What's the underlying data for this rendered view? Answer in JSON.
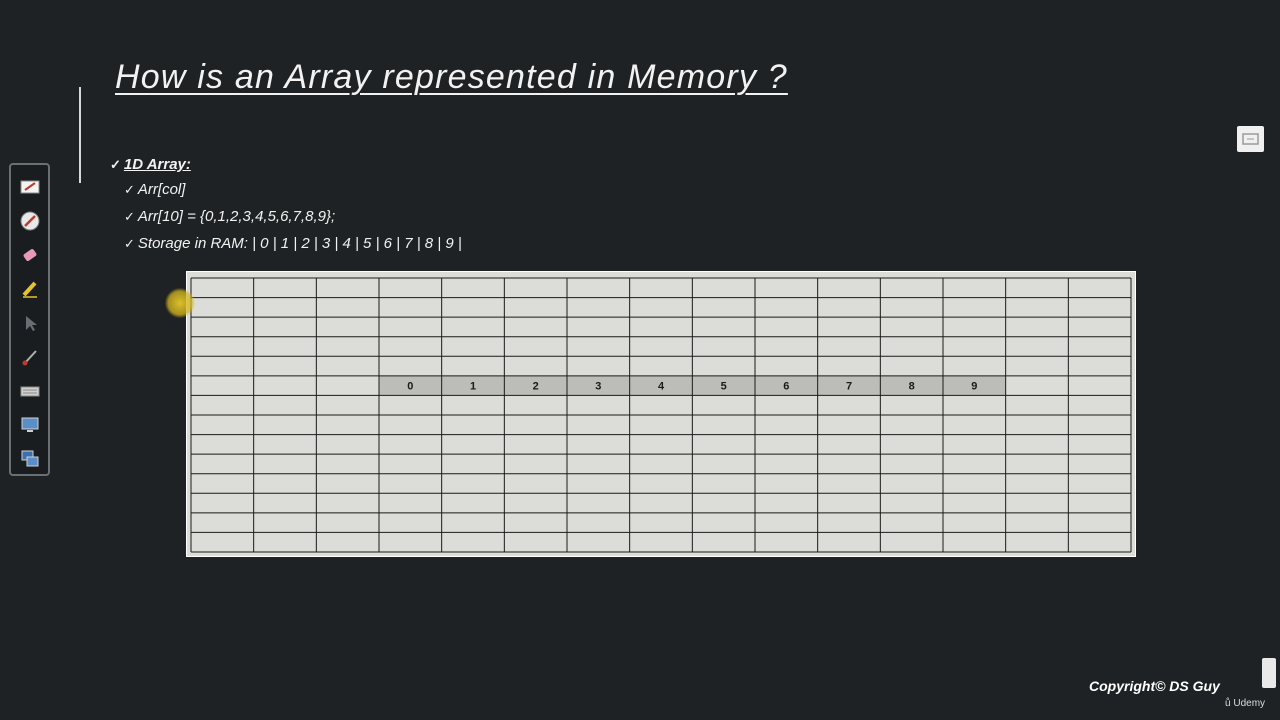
{
  "slide": {
    "title": "How is an Array represented in Memory ?",
    "bullets": [
      "1D Array:",
      "Arr[col]",
      "Arr[10] = {0,1,2,3,4,5,6,7,8,9};",
      "Storage in RAM: | 0 | 1 | 2 | 3 | 4 | 5 | 6 | 7 | 8 | 9 |"
    ],
    "check_glyph": "✓"
  },
  "memory_grid": {
    "columns": 15,
    "rows": 14,
    "filled_row_index": 5,
    "filled_start_col": 3,
    "values": [
      "0",
      "1",
      "2",
      "3",
      "4",
      "5",
      "6",
      "7",
      "8",
      "9"
    ]
  },
  "toolbar": {
    "tools": [
      "whiteboard-icon",
      "pen-icon",
      "eraser-icon",
      "highlighter-icon",
      "pointer-icon",
      "brush-icon",
      "keyboard-icon",
      "screen-icon",
      "display-switch-icon"
    ]
  },
  "footer": {
    "copyright": "Copyright© DS Guy",
    "brand": "Udemy"
  },
  "colors": {
    "background": "#1f2224",
    "grid_bg": "#dcdcd9",
    "highlight_row": "#bcbcb8",
    "cursor_highlight": "#e0c22a"
  }
}
